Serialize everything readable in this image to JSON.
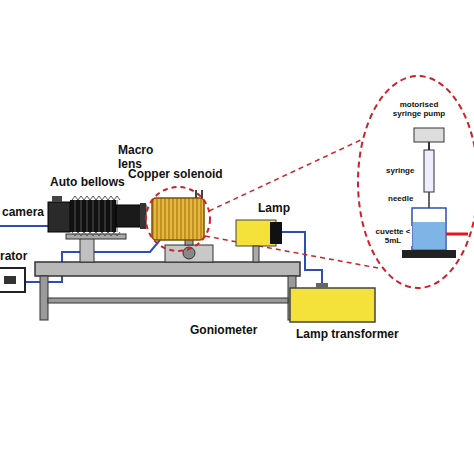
{
  "diagram": {
    "labels": [
      "camera",
      "Auto bellows",
      "Macro lens",
      "Copper solenoid",
      "Lamp",
      "rator",
      "Goniometer",
      "Lamp transformer",
      "motorised syringe pump",
      "syringe",
      "needle",
      "cuvette < 5mL"
    ]
  }
}
